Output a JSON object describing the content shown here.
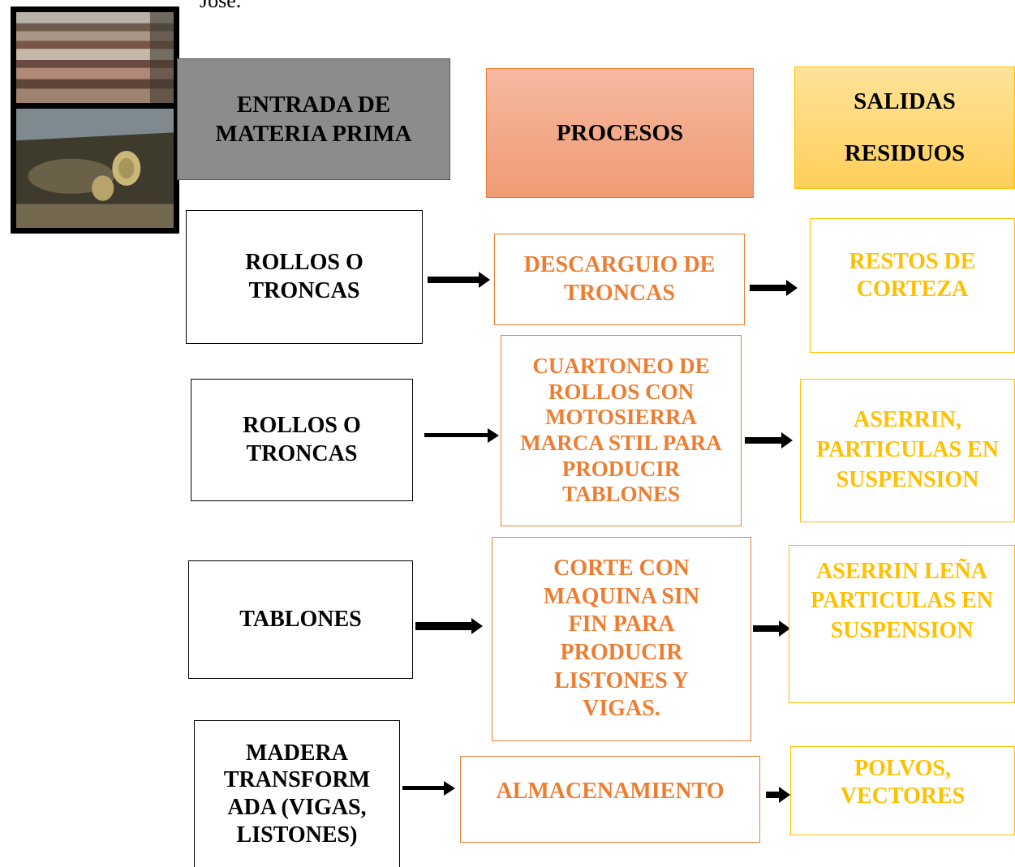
{
  "top_fragment": "Jose.",
  "headers": {
    "input": "ENTRADA DE MATERIA PRIMA",
    "process": "PROCESOS",
    "output_line1": "SALIDAS",
    "output_line2": "RESIDUOS"
  },
  "rows": [
    {
      "input": "ROLLOS O TRONCAS",
      "process": "DESCARGUIO DE TRONCAS",
      "output": "RESTOS DE CORTEZA"
    },
    {
      "input": "ROLLOS O TRONCAS",
      "process": "CUARTONEO DE ROLLOS CON MOTOSIERRA MARCA STIL PARA PRODUCIR TABLONES",
      "output": "ASERRIN, PARTICULAS EN SUSPENSION"
    },
    {
      "input": "TABLONES",
      "process": "CORTE CON MAQUINA SIN FIN PARA PRODUCIR LISTONES Y VIGAS.",
      "output": "ASERRIN LEÑA PARTICULAS EN SUSPENSION"
    },
    {
      "input": "MADERA TRANSFORM ADA (VIGAS, LISTONES)",
      "process": "ALMACENAMIENTO",
      "output": "POLVOS, VECTORES"
    }
  ],
  "colors": {
    "input_header": "#8c8c8c",
    "process_header": "#f4a383",
    "output_header": "#ffd566",
    "process_text": "#ed7d31",
    "output_text": "#ffc000"
  },
  "icons": [
    "lumber-stack-photo",
    "tree-log-photo",
    "right-arrow-icon"
  ]
}
